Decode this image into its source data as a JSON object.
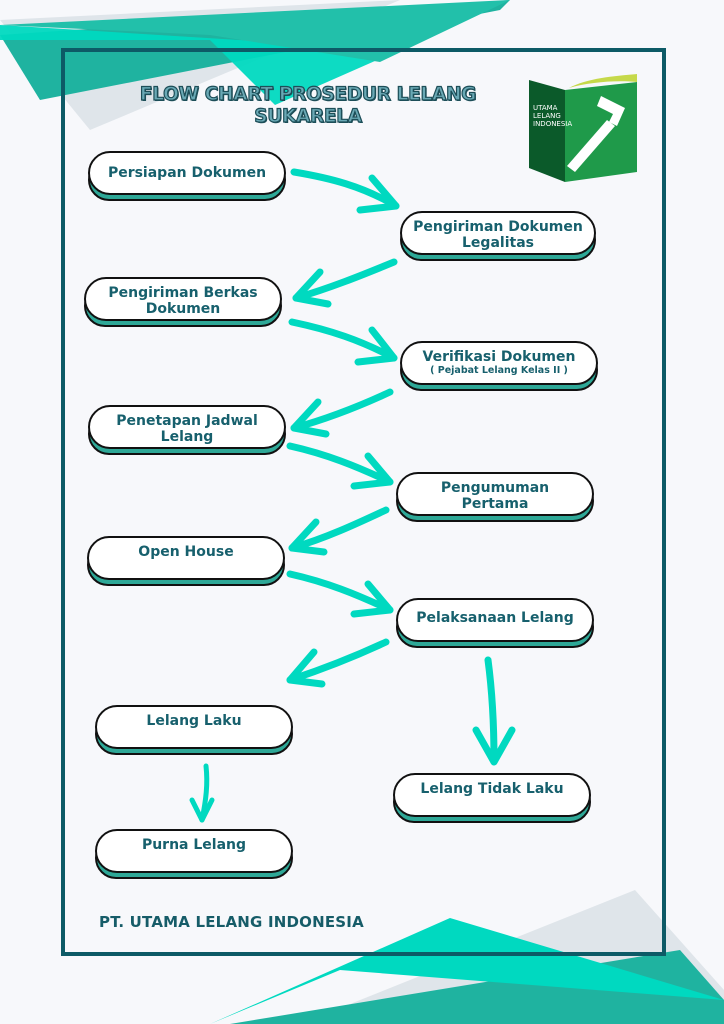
{
  "title": {
    "line1": "FLOW CHART PROSEDUR LELANG",
    "line2": "SUKARELA"
  },
  "logo": {
    "line1": "UTAMA",
    "line2": "LELANG",
    "line3": "INDONESIA",
    "icon": "gavel-book-icon"
  },
  "steps": [
    {
      "id": "persiapan-dokumen",
      "label": "Persiapan Dokumen"
    },
    {
      "id": "pengiriman-dokumen-legalitas",
      "label": "Pengiriman Dokumen",
      "label2": "Legalitas"
    },
    {
      "id": "pengiriman-berkas-dokumen",
      "label": "Pengiriman Berkas",
      "label2": "Dokumen"
    },
    {
      "id": "verifikasi-dokumen",
      "label": "Verifikasi Dokumen",
      "sub": "( Pejabat Lelang Kelas  II )"
    },
    {
      "id": "penetapan-jadwal-lelang",
      "label": "Penetapan Jadwal",
      "label2": "Lelang"
    },
    {
      "id": "pengumuman-pertama",
      "label": "Pengumuman",
      "label2": "Pertama"
    },
    {
      "id": "open-house",
      "label": "Open House"
    },
    {
      "id": "pelaksanaan-lelang",
      "label": "Pelaksanaan Lelang"
    },
    {
      "id": "lelang-laku",
      "label": "Lelang Laku"
    },
    {
      "id": "lelang-tidak-laku",
      "label": "Lelang Tidak Laku"
    },
    {
      "id": "purna-lelang",
      "label": "Purna Lelang"
    }
  ],
  "connections": [
    {
      "from": "Persiapan Dokumen",
      "to": "Pengiriman Dokumen Legalitas"
    },
    {
      "from": "Pengiriman Dokumen Legalitas",
      "to": "Pengiriman Berkas Dokumen"
    },
    {
      "from": "Pengiriman Berkas Dokumen",
      "to": "Verifikasi Dokumen"
    },
    {
      "from": "Verifikasi Dokumen",
      "to": "Penetapan Jadwal Lelang"
    },
    {
      "from": "Penetapan Jadwal Lelang",
      "to": "Pengumuman Pertama"
    },
    {
      "from": "Pengumuman Pertama",
      "to": "Open House"
    },
    {
      "from": "Open House",
      "to": "Pelaksanaan Lelang"
    },
    {
      "from": "Pelaksanaan Lelang",
      "to": "Lelang Laku"
    },
    {
      "from": "Pelaksanaan Lelang",
      "to": "Lelang Tidak Laku"
    },
    {
      "from": "Lelang Laku",
      "to": "Purna Lelang"
    }
  ],
  "footer": "PT. UTAMA LELANG INDONESIA",
  "colors": {
    "accent": "#00d9c0",
    "frame": "#0d5a66",
    "text": "#17606d",
    "node_shadow": "#2ea897",
    "logo_dark": "#0b5a2a",
    "logo_light": "#1f9a4a",
    "logo_leaf": "#c6d94a"
  }
}
